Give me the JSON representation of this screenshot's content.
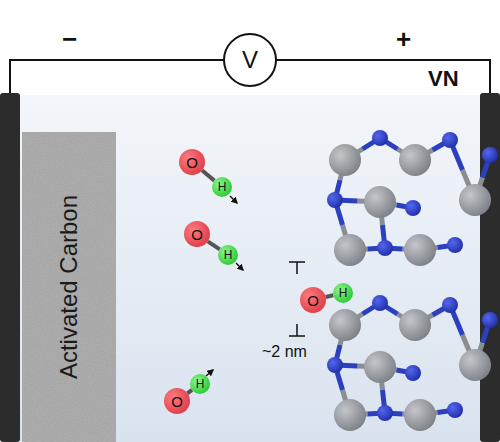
{
  "diagram": {
    "nodes": [
      {
        "text": [
          "V"
        ]
      },
      {
        "text": [
          "Activated Carbon"
        ]
      },
      {
        "text": [
          "O"
        ]
      },
      {
        "text": [
          "H"
        ]
      },
      {
        "text": [
          "O"
        ]
      },
      {
        "text": [
          "H"
        ]
      },
      {
        "text": [
          "O"
        ]
      },
      {
        "text": [
          "H"
        ]
      },
      {
        "text": [
          "H"
        ]
      },
      {
        "text": [
          "O"
        ]
      }
    ],
    "edges": [
      {
        "from": 2,
        "to": 3,
        "arrow": "none"
      },
      {
        "from": 4,
        "to": 5,
        "arrow": "none"
      },
      {
        "from": 6,
        "to": 7,
        "arrow": "none"
      },
      {
        "from": 9,
        "to": 8,
        "arrow": "none"
      }
    ],
    "labels": [
      "−",
      "+",
      "VN",
      "~2 nm"
    ]
  }
}
